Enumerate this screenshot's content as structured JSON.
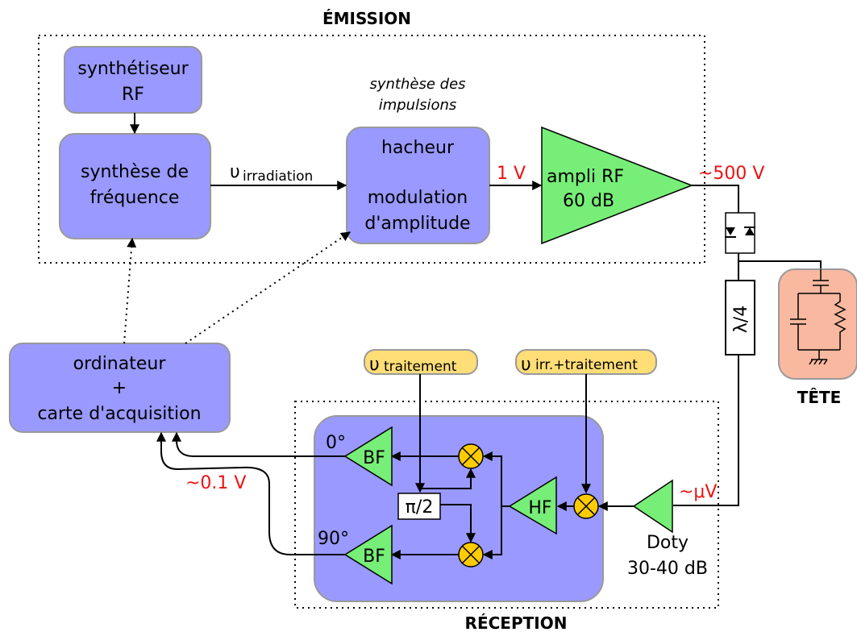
{
  "colors": {
    "block": "#9999ff",
    "amplifier": "#77ee77",
    "mixer": "#ffcc00",
    "oscillator": "#ffdd77",
    "head": "#f9b8a0",
    "signal_level": "#ee1111"
  },
  "sections": {
    "emission": "ÉMISSION",
    "reception": "RÉCEPTION",
    "head": "TÊTE"
  },
  "emission": {
    "synth_rf": [
      "synthétiseur",
      "RF"
    ],
    "freq_synth": [
      "synthèse de",
      "fréquence"
    ],
    "nu_symbol": "υ",
    "nu_irradiation_sub": "irradiation",
    "pulse_synth_caption": [
      "synthèse des",
      "impulsions"
    ],
    "chopper": [
      "hacheur",
      "modulation",
      "d'amplitude"
    ],
    "level_1v": "1 V",
    "ampli": [
      "ampli RF",
      "60 dB"
    ],
    "level_500v": "~500 V"
  },
  "computer": [
    "ordinateur",
    "+",
    "carte d'acquisition"
  ],
  "reception": {
    "nu_treatment_sub": "traitement",
    "nu_irr_treatment_sub": "irr.+traitement",
    "phase_0": "0°",
    "phase_90": "90°",
    "bf_label": "BF",
    "hf_label": "HF",
    "pi2_label": "π/2",
    "level_01v": "~0.1 V",
    "level_uv": "~μV",
    "doty": [
      "Doty",
      "30-40 dB"
    ]
  },
  "quarter_wave": "λ/4",
  "icons": {
    "mixer": "circle-cross-icon",
    "diode": "diode-icon",
    "capacitor": "capacitor-icon",
    "resistor": "resistor-icon",
    "ground": "ground-icon"
  }
}
